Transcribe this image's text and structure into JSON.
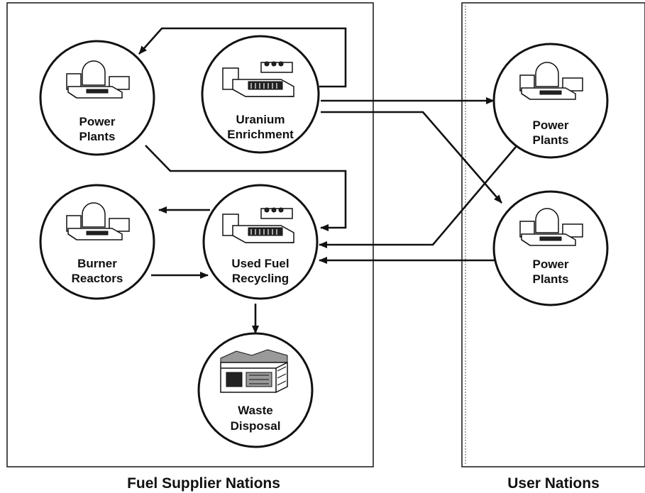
{
  "regions": {
    "supplier": {
      "label": "Fuel Supplier Nations"
    },
    "user": {
      "label": "User Nations"
    }
  },
  "nodes": {
    "supplier_power_plants": {
      "line1": "Power",
      "line2": "Plants",
      "icon": "reactor-icon"
    },
    "uranium_enrichment": {
      "line1": "Uranium",
      "line2": "Enrichment",
      "icon": "enrichment-plant-icon"
    },
    "burner_reactors": {
      "line1": "Burner",
      "line2": "Reactors",
      "icon": "reactor-icon"
    },
    "used_fuel_recycling": {
      "line1": "Used Fuel",
      "line2": "Recycling",
      "icon": "recycling-plant-icon"
    },
    "waste_disposal": {
      "line1": "Waste",
      "line2": "Disposal",
      "icon": "waste-repository-icon"
    },
    "user_power_plants_1": {
      "line1": "Power",
      "line2": "Plants",
      "icon": "reactor-icon"
    },
    "user_power_plants_2": {
      "line1": "Power",
      "line2": "Plants",
      "icon": "reactor-icon"
    }
  }
}
